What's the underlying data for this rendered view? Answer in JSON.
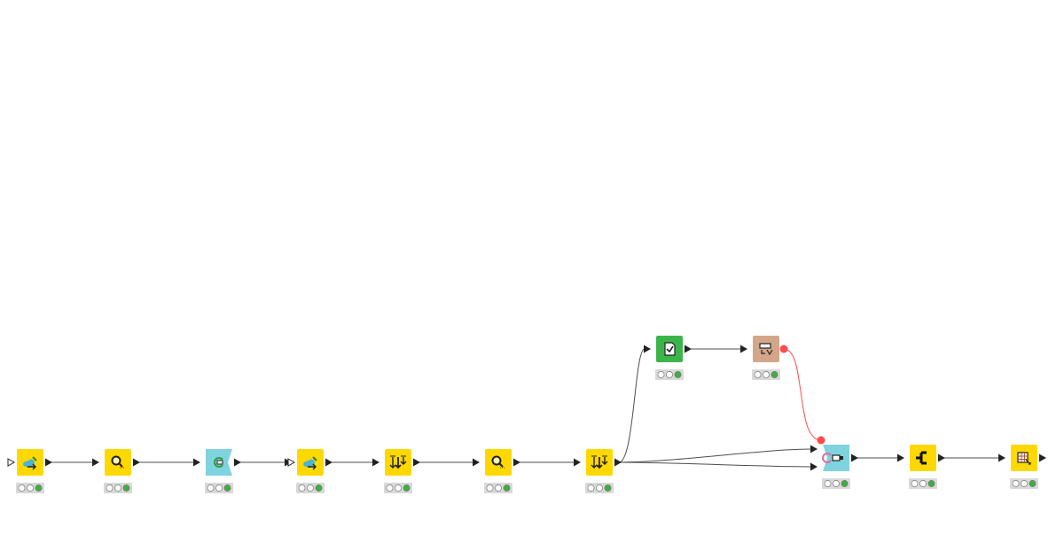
{
  "workflow": {
    "nodes": [
      {
        "id": "n1",
        "kind": "manipulator",
        "color": "#ffd800",
        "icon": "cloud-arrow-icon",
        "name": "node-cloud-connector-1",
        "status": [
          "inactive",
          "inactive",
          "executed"
        ]
      },
      {
        "id": "n2",
        "kind": "manipulator",
        "color": "#ffd800",
        "icon": "magnifier-icon",
        "name": "node-inspector-1",
        "status": [
          "inactive",
          "inactive",
          "executed"
        ]
      },
      {
        "id": "n3",
        "kind": "loop-start",
        "color": "#7fd3de",
        "icon": "loop-icon",
        "name": "node-loop-start",
        "status": [
          "inactive",
          "inactive",
          "executed"
        ]
      },
      {
        "id": "n4",
        "kind": "manipulator",
        "color": "#ffd800",
        "icon": "cloud-arrow-icon",
        "name": "node-cloud-connector-2",
        "status": [
          "inactive",
          "inactive",
          "executed"
        ]
      },
      {
        "id": "n5",
        "kind": "manipulator",
        "color": "#ffd800",
        "icon": "sort-down-icon",
        "name": "node-sorter-1",
        "status": [
          "inactive",
          "inactive",
          "executed"
        ]
      },
      {
        "id": "n6",
        "kind": "manipulator",
        "color": "#ffd800",
        "icon": "magnifier-icon",
        "name": "node-inspector-2",
        "status": [
          "inactive",
          "inactive",
          "executed"
        ]
      },
      {
        "id": "n7",
        "kind": "manipulator",
        "color": "#ffd800",
        "icon": "sort-down-icon",
        "name": "node-sorter-2",
        "status": [
          "inactive",
          "inactive",
          "executed"
        ]
      },
      {
        "id": "n8",
        "kind": "sink",
        "color": "#3bb54a",
        "icon": "document-check-icon",
        "name": "node-document-check",
        "status": [
          "inactive",
          "inactive",
          "executed"
        ]
      },
      {
        "id": "n9",
        "kind": "variable",
        "color": "#d3a68a",
        "icon": "variable-output-icon",
        "name": "node-table-to-variable",
        "status": [
          "inactive",
          "inactive",
          "executed"
        ]
      },
      {
        "id": "n10",
        "kind": "loop-end",
        "color": "#7fd3de",
        "icon": "loop-end-icon",
        "name": "node-loop-end",
        "status": [
          "inactive",
          "inactive",
          "executed"
        ]
      },
      {
        "id": "n11",
        "kind": "manipulator",
        "color": "#ffd800",
        "icon": "column-split-icon",
        "name": "node-column-splitter",
        "status": [
          "inactive",
          "inactive",
          "executed"
        ]
      },
      {
        "id": "n12",
        "kind": "manipulator",
        "color": "#ffd800",
        "icon": "table-writer-icon",
        "name": "node-table-writer",
        "status": [
          "inactive",
          "inactive",
          "executed"
        ]
      }
    ],
    "connections": [
      {
        "from": "n1",
        "to": "n2",
        "type": "data"
      },
      {
        "from": "n2",
        "to": "n3",
        "type": "data"
      },
      {
        "from": "n3",
        "to": "n4",
        "type": "data"
      },
      {
        "from": "n4",
        "to": "n5",
        "type": "data"
      },
      {
        "from": "n5",
        "to": "n6",
        "type": "data"
      },
      {
        "from": "n6",
        "to": "n7",
        "type": "data"
      },
      {
        "from": "n7",
        "to": "n8",
        "type": "data"
      },
      {
        "from": "n7",
        "to": "n10",
        "type": "data",
        "port": 0
      },
      {
        "from": "n7",
        "to": "n10",
        "type": "data",
        "port": 1
      },
      {
        "from": "n8",
        "to": "n9",
        "type": "data"
      },
      {
        "from": "n9",
        "to": "n10",
        "type": "variable"
      },
      {
        "from": "n10",
        "to": "n11",
        "type": "data"
      },
      {
        "from": "n11",
        "to": "n12",
        "type": "data"
      }
    ],
    "colors": {
      "data_connection": "#4d4d4d",
      "variable_connection": "#ff4b4b",
      "status_inactive": "#ffffff",
      "status_executed": "#3fae3f",
      "status_bar": "#d9d9d9"
    }
  }
}
